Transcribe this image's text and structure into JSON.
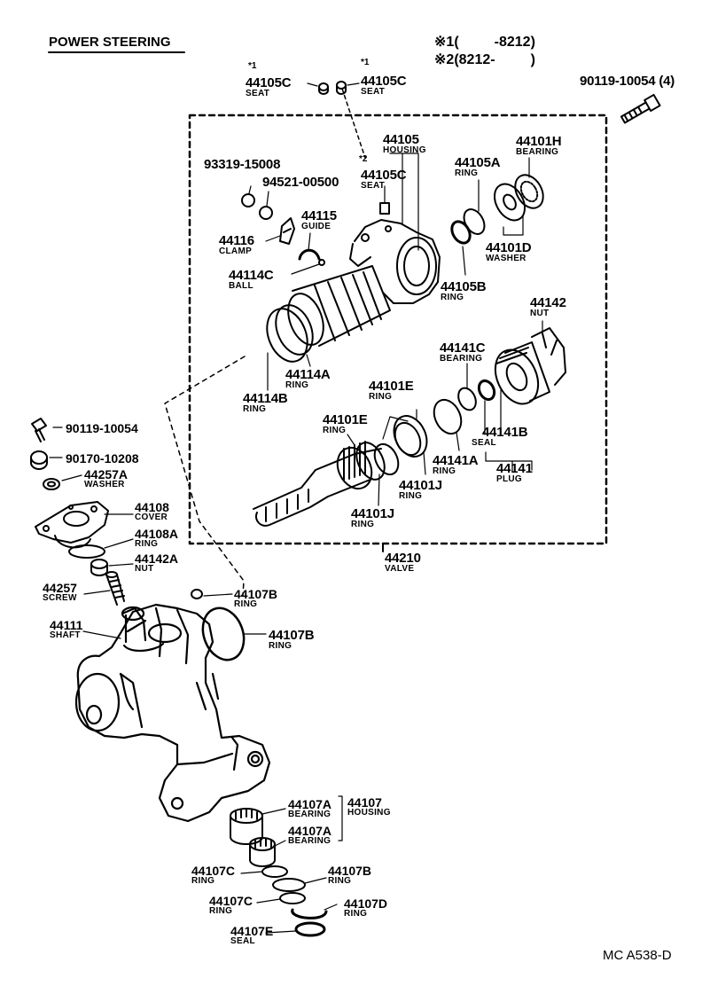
{
  "title": "POWER STEERING",
  "notes": [
    {
      "mark": "※1",
      "range": "(         -8212)"
    },
    {
      "mark": "※2",
      "range": "(8212-         )"
    }
  ],
  "star1": "*1",
  "star2": "*2",
  "diagram_code": "MC A538-D",
  "parts": {
    "seat_44105c_left": {
      "number": "44105C",
      "name": "SEAT"
    },
    "seat_44105c_right": {
      "number": "44105C",
      "name": "SEAT"
    },
    "bolt_90119_4": {
      "number": "90119-10054 (4)"
    },
    "p_93319": {
      "number": "93319-15008"
    },
    "p_94521": {
      "number": "94521-00500"
    },
    "housing_44105": {
      "number": "44105",
      "name": "HOUSING"
    },
    "seat_44105c_mid": {
      "number": "44105C",
      "name": "SEAT"
    },
    "ring_44105a": {
      "number": "44105A",
      "name": "RING"
    },
    "bearing_44101h": {
      "number": "44101H",
      "name": "BEARING"
    },
    "guide_44115": {
      "number": "44115",
      "name": "GUIDE"
    },
    "clamp_44116": {
      "number": "44116",
      "name": "CLAMP"
    },
    "ball_44114c": {
      "number": "44114C",
      "name": "BALL"
    },
    "washer_44101d": {
      "number": "44101D",
      "name": "WASHER"
    },
    "ring_44105b": {
      "number": "44105B",
      "name": "RING"
    },
    "nut_44142": {
      "number": "44142",
      "name": "NUT"
    },
    "bearing_44141c": {
      "number": "44141C",
      "name": "BEARING"
    },
    "ring_44114a": {
      "number": "44114A",
      "name": "RING"
    },
    "ring_44114b": {
      "number": "44114B",
      "name": "RING"
    },
    "ring_44101e_a": {
      "number": "44101E",
      "name": "RING"
    },
    "ring_44101e_b": {
      "number": "44101E",
      "name": "RING"
    },
    "seal_44141b": {
      "number": "44141B",
      "name": "SEAL"
    },
    "ring_44141a": {
      "number": "44141A",
      "name": "RING"
    },
    "plug_44141": {
      "number": "44141",
      "name": "PLUG"
    },
    "ring_44101j_a": {
      "number": "44101J",
      "name": "RING"
    },
    "ring_44101j_b": {
      "number": "44101J",
      "name": "RING"
    },
    "valve_44210": {
      "number": "44210",
      "name": "VALVE"
    },
    "bolt_90119": {
      "number": "90119-10054"
    },
    "p_90170": {
      "number": "90170-10208"
    },
    "washer_44257a": {
      "number": "44257A",
      "name": "WASHER"
    },
    "cover_44108": {
      "number": "44108",
      "name": "COVER"
    },
    "ring_44108a": {
      "number": "44108A",
      "name": "RING"
    },
    "nut_44142a": {
      "number": "44142A",
      "name": "NUT"
    },
    "screw_44257": {
      "number": "44257",
      "name": "SCREW"
    },
    "ring_44107b_top": {
      "number": "44107B",
      "name": "RING"
    },
    "shaft_44111": {
      "number": "44111",
      "name": "SHAFT"
    },
    "ring_44107b_big": {
      "number": "44107B",
      "name": "RING"
    },
    "bearing_44107a_a": {
      "number": "44107A",
      "name": "BEARING"
    },
    "bearing_44107a_b": {
      "number": "44107A",
      "name": "BEARING"
    },
    "housing_44107": {
      "number": "44107",
      "name": "HOUSING"
    },
    "ring_44107c_a": {
      "number": "44107C",
      "name": "RING"
    },
    "ring_44107b_low": {
      "number": "44107B",
      "name": "RING"
    },
    "ring_44107c_b": {
      "number": "44107C",
      "name": "RING"
    },
    "ring_44107d": {
      "number": "44107D",
      "name": "RING"
    },
    "seal_44107e": {
      "number": "44107E",
      "name": "SEAL"
    }
  }
}
